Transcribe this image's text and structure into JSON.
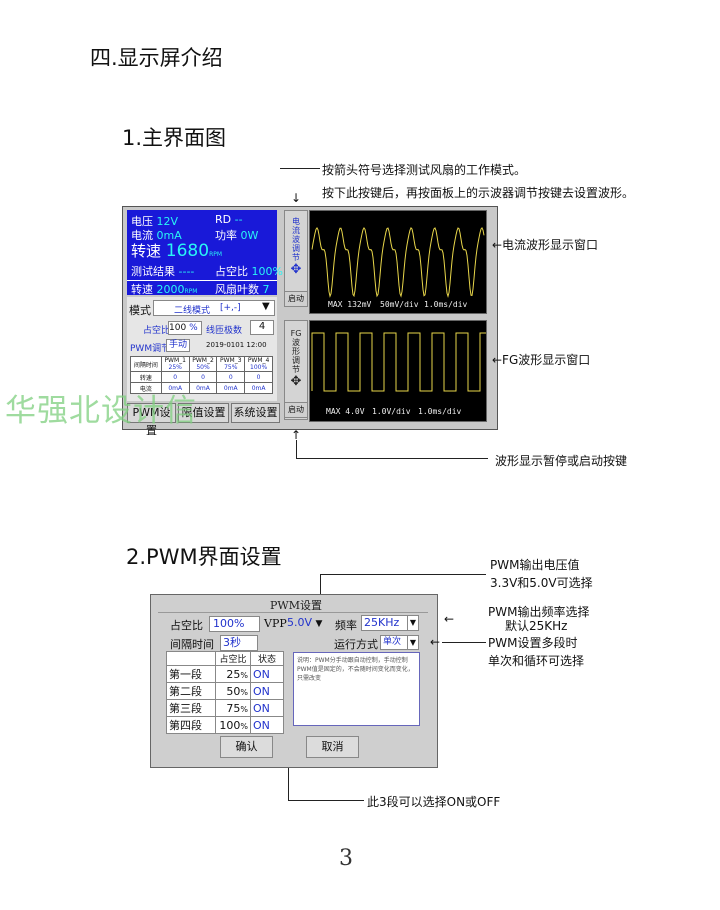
{
  "headings": {
    "section": "四.显示屏介绍",
    "main_screen": "1.主界面图",
    "pwm_screen": "2.PWM界面设置"
  },
  "annotations": {
    "mode_select": "按箭头符号选择测试风扇的工作模式。",
    "scope_button": "按下此按键后，再按面板上的示波器调节按键去设置波形。",
    "current_wave": "←电流波形显示窗口",
    "fg_wave": "←FG波形显示窗口",
    "pause_start": "波形显示暂停或启动按键",
    "pwm_voltage_line1": "PWM输出电压值",
    "pwm_voltage_line2": "3.3V和5.0V可选择",
    "pwm_freq_line1": "PWM输出频率选择",
    "pwm_freq_line2": "默认25KHz",
    "pwm_multi_line1": "PWM设置多段时",
    "pwm_multi_line2": "单次和循环可选择",
    "segments_onoff": "此3段可以选择ON或OFF"
  },
  "main_ui": {
    "voltage_label": "电压",
    "voltage_value": "12V",
    "rd_label": "RD",
    "rd_value": "--",
    "current_label": "电流",
    "current_value": "0mA",
    "power_label": "功率",
    "power_value": "0W",
    "speed_label": "转速",
    "speed_value": "1680",
    "speed_unit": "RPM",
    "result_label": "测试结果",
    "result_value": "----",
    "duty_label": "占空比",
    "duty_value": "100%",
    "speed2_label": "转速",
    "speed2_value": "2000",
    "speed2_unit": "RPM",
    "blades_label": "风扇叶数",
    "blades_value": "7",
    "mode_label": "模式",
    "mode_value": "二线模式",
    "mode_hint": "[+,-]",
    "duty_small_label": "占空比",
    "duty_small_value": "100",
    "duty_small_unit": "%",
    "poles_label": "线匝极数",
    "poles_value": "4",
    "pwm_adjust_label": "PWM调节",
    "pwm_adjust_value": "手动",
    "datetime": "2019-0101 12:00",
    "pwm_table": {
      "headers": [
        "间隔时间",
        "PWM_1",
        "PWM_2",
        "PWM_3",
        "PWM_4"
      ],
      "sub": [
        "",
        "25%",
        "50%",
        "75%",
        "100%"
      ],
      "rows": [
        [
          "转速",
          "0",
          "0",
          "0",
          "0"
        ],
        [
          "电流",
          "0mA",
          "0mA",
          "0mA",
          "0mA"
        ]
      ]
    },
    "tabs": [
      "PWM设置",
      "限值设置",
      "系统设置"
    ],
    "current_scope_btn": [
      "电",
      "流",
      "波",
      "调",
      "节"
    ],
    "fg_scope_btn": [
      "FG",
      "波",
      "形",
      "调",
      "节"
    ],
    "start_label": "启动",
    "current_scope_readout": [
      "MAX 132mV",
      "50mV/div",
      "1.0ms/div"
    ],
    "fg_scope_readout": [
      "MAX 4.0V",
      "1.0V/div",
      "1.0ms/div"
    ]
  },
  "pwm_dialog": {
    "title": "PWM设置",
    "duty_label": "占空比",
    "duty_value": "100%",
    "vpp_label": "VPP",
    "vpp_value": "5.0V",
    "freq_label": "频率",
    "freq_value": "25KHz",
    "interval_label": "间隔时间",
    "interval_value": "3秒",
    "run_mode_label": "运行方式",
    "run_mode_value": "单次",
    "table_headers": [
      "",
      "占空比",
      "状态"
    ],
    "segments": [
      {
        "name": "第一段",
        "duty": "25",
        "unit": "%",
        "state": "ON"
      },
      {
        "name": "第二段",
        "duty": "50",
        "unit": "%",
        "state": "ON"
      },
      {
        "name": "第三段",
        "duty": "75",
        "unit": "%",
        "state": "ON"
      },
      {
        "name": "第四段",
        "duty": "100",
        "unit": "%",
        "state": "ON"
      }
    ],
    "note": "说明：PWM分手动跟自动控制，手动控制PWM值是固定的，不会随时间变化而变化，只需改变",
    "confirm": "确认",
    "cancel": "取消"
  },
  "watermark": "华强北设计信",
  "page_number": "3",
  "colors": {
    "panel_blue": "#1919d8",
    "value_cyan": "#29f5f5",
    "wave_yellow": "#e8d64a",
    "accent_blue": "#2233cc"
  }
}
